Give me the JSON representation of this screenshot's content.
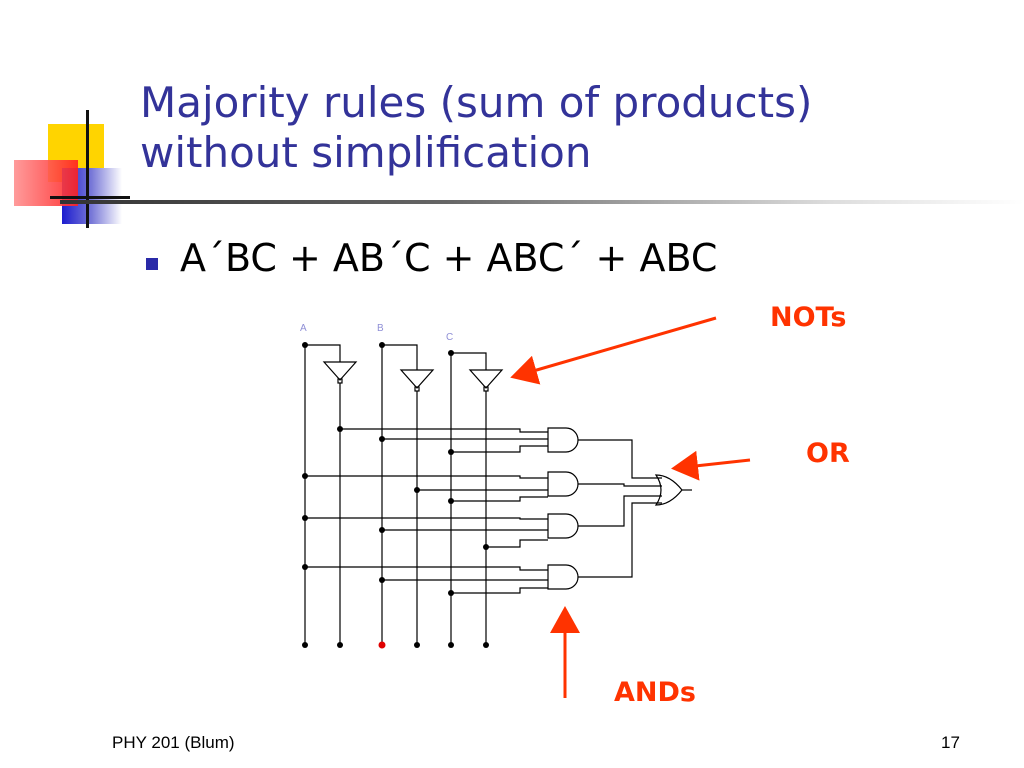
{
  "slide": {
    "title_line1": "Majority rules (sum of products)",
    "title_line2": "without simplification",
    "bullet": "A´BC + AB´C + ABC´ + ABC",
    "footer_left": "PHY 201 (Blum)",
    "page_number": "17"
  },
  "annotations": {
    "nots": "NOTs",
    "or": "OR",
    "ands": "ANDs"
  },
  "circuit": {
    "inputs": [
      "A",
      "B",
      "C"
    ]
  },
  "colors": {
    "title": "#333399",
    "annotation": "#ff3300",
    "bullet": "#2a2aa8",
    "highlight_dot": "#e00000",
    "circuit_label": "#8f8fd6"
  }
}
